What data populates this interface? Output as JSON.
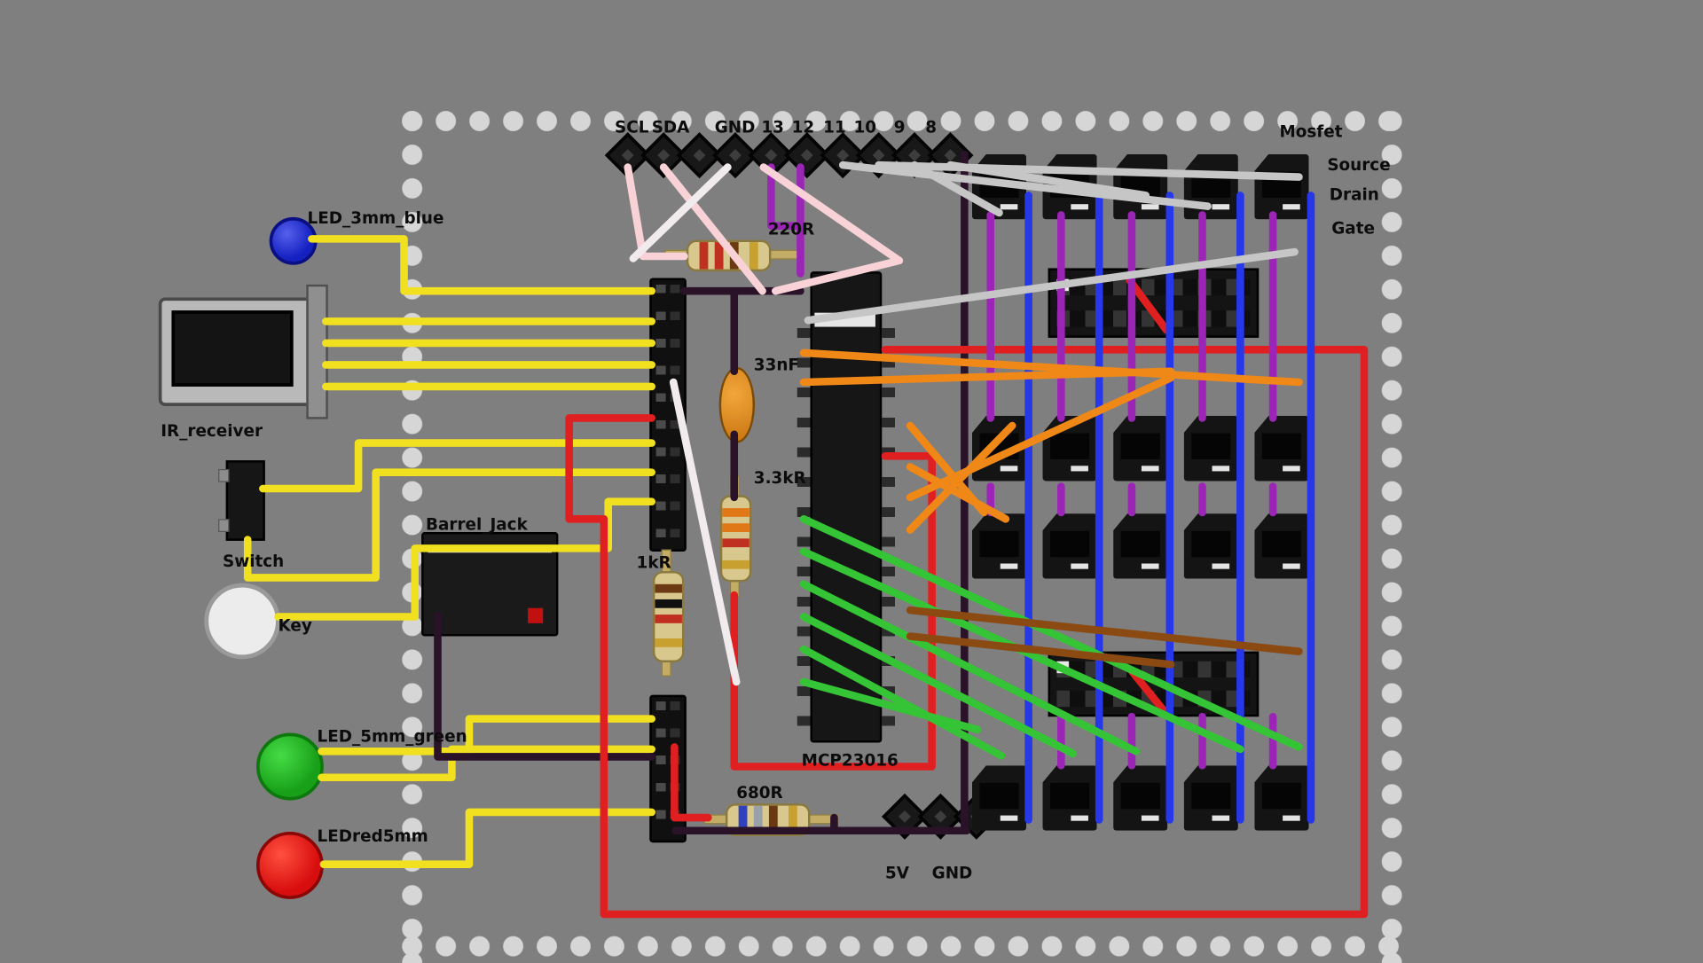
{
  "labels": {
    "led_blue": "LED_3mm_blue",
    "ir_receiver": "IR_receiver",
    "switch": "Switch",
    "key": "Key",
    "led_green": "LED_5mm_green",
    "led_red": "LEDred5mm",
    "barrel_jack": "Barrel_Jack",
    "r220": "220R",
    "c33nf": "33nF",
    "r3k3": "3.3kR",
    "r1k": "1kR",
    "r680": "680R",
    "ic": "MCP23016",
    "mosfet": "Mosfet",
    "mosfet_source": "Source",
    "mosfet_drain": "Drain",
    "mosfet_gate": "Gate",
    "power_5v": "5V",
    "power_gnd": "GND"
  },
  "header_pins": [
    "SCL",
    "SDA",
    "GND",
    "13",
    "12",
    "11",
    "10",
    "9",
    "8"
  ],
  "colors": {
    "background": "#7f7f7f",
    "board_dots": "#d6d6d6",
    "component_black": "#151515",
    "wire_yellow": "#f0e020",
    "wire_red": "#e02020",
    "wire_green": "#35c435",
    "wire_blue": "#2638e8",
    "wire_orange": "#f08818",
    "wire_purple": "#9b26b6",
    "wire_gray": "#c6c6c6",
    "wire_pink": "#f8d2d6",
    "wire_white": "#f2ebee",
    "wire_brown": "#8a4a12",
    "wire_dark": "#2a1228",
    "led_blue_color": "#1420c0",
    "led_green_color": "#22b422",
    "led_red_color": "#d80e0e"
  }
}
